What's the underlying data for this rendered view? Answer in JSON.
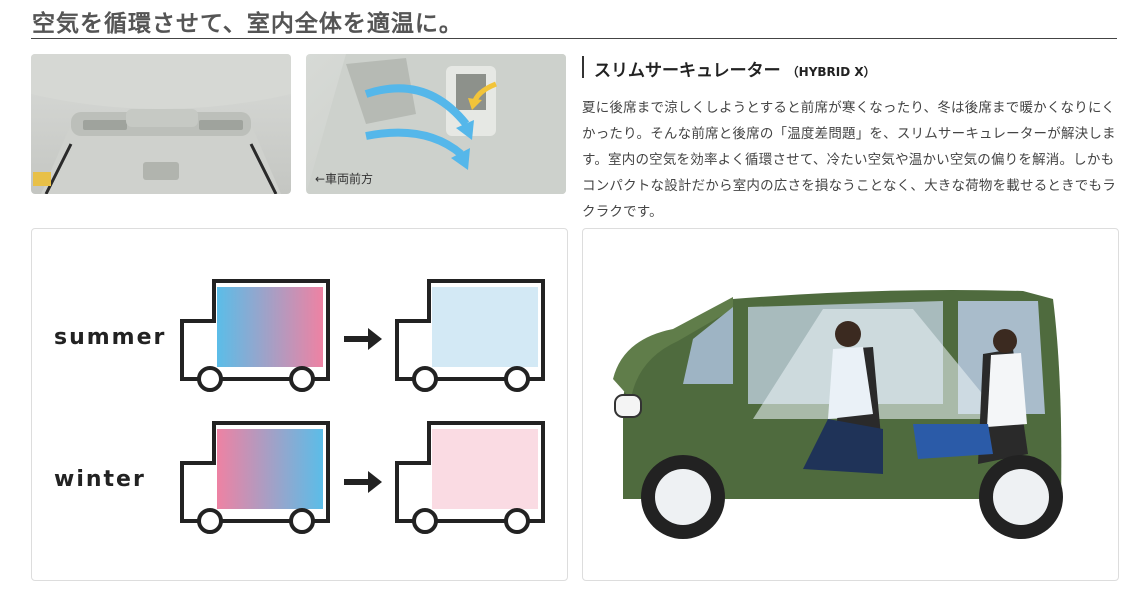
{
  "header": {
    "title": "空気を循環させて、室内全体を適温に。"
  },
  "photos": {
    "vent_photo": {
      "alt": "circulator vent photo"
    },
    "airflow_photo": {
      "caption": "←車両前方"
    }
  },
  "section": {
    "heading": "スリムサーキュレーター",
    "grade": "（HYBRID X）",
    "description": "夏に後席まで涼しくしようとすると前席が寒くなったり、冬は後席まで暖かくなりにくかったり。そんな前席と後席の「温度差問題」を、スリムサーキュレーターが解決します。室内の空気を効率よく循環させて、冷たい空気や温かい空気の偏りを解消。しかもコンパクトな設計だから室内の広さを損なうことなく、大きな荷物を載せるときでもラクラクです。"
  },
  "diagram": {
    "summer_label": "summer",
    "winter_label": "winter",
    "colors": {
      "cool": "#5bbde8",
      "warm": "#ee82a3",
      "cool_light": "#d3e9f5",
      "warm_light": "#fadbe3"
    }
  }
}
